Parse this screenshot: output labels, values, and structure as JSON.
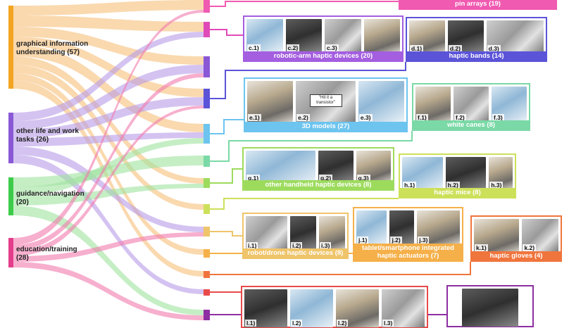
{
  "categories": [
    {
      "id": "graphical",
      "label": "graphical information\nunderstanding (57)",
      "color": "#f3a522"
    },
    {
      "id": "other",
      "label": "other life and work\ntasks (26)",
      "color": "#8a58d6"
    },
    {
      "id": "guidance",
      "label": "guidance/navigation\n(20)",
      "color": "#3dcc4a"
    },
    {
      "id": "education",
      "label": "education/training\n(28)",
      "color": "#e33d8b"
    }
  ],
  "device_cards": [
    {
      "id": "pin",
      "label": "pin arrays (19)",
      "color": "#f05ab0",
      "photos": []
    },
    {
      "id": "robotic",
      "label": "robotic-arm haptic devices (20)",
      "color": "#a45ee0",
      "photos": [
        "c.1)",
        "c.2)",
        "c.3)"
      ]
    },
    {
      "id": "bands",
      "label": "haptic bands (14)",
      "color": "#5b54d8",
      "photos": [
        "d.1)",
        "d.2)",
        "d.3)"
      ]
    },
    {
      "id": "models3d",
      "label": "3D models (27)",
      "color": "#6cc4ef",
      "photos": [
        "e.1)",
        "e.2)",
        "e.3)"
      ],
      "note": "\"Hit it a transistor\""
    },
    {
      "id": "canes",
      "label": "white canes (8)",
      "color": "#7ad9a6",
      "photos": [
        "f.1)",
        "f.2)",
        "f.3)"
      ]
    },
    {
      "id": "handheld",
      "label": "other handheld haptic devices (8)",
      "color": "#9ddb5d",
      "photos": [
        "g.1)",
        "g.2)",
        "g.3)"
      ]
    },
    {
      "id": "mice",
      "label": "haptic mice (8)",
      "color": "#cde05a",
      "photos": [
        "h.1)",
        "h.2)",
        "h.3)"
      ]
    },
    {
      "id": "robot",
      "label": "robot/drone haptic devices (8)",
      "color": "#efc46a",
      "photos": [
        "i.1)",
        "i.2)",
        "i.3)"
      ]
    },
    {
      "id": "tablet",
      "label": "tablet/smartphone integrated\nhaptic actuators (7)",
      "color": "#f5b04a",
      "photos": [
        "j.1)",
        "j.2)",
        "j.3)"
      ]
    },
    {
      "id": "gloves",
      "label": "haptic gloves (4)",
      "color": "#f0753d",
      "photos": [
        "k.1)",
        "k.2)"
      ]
    },
    {
      "id": "desk",
      "label": "",
      "color": "#e84a4a",
      "photos": [
        "l.1)",
        "l.2)",
        "l.2)",
        "l.3)"
      ]
    },
    {
      "id": "other_dev",
      "label": "",
      "color": "#8e2ea3",
      "photos": []
    }
  ],
  "palette": {
    "graphical": "#f7c07a",
    "other": "#b79be8",
    "guidance": "#9ee39f",
    "education": "#f27aae"
  }
}
